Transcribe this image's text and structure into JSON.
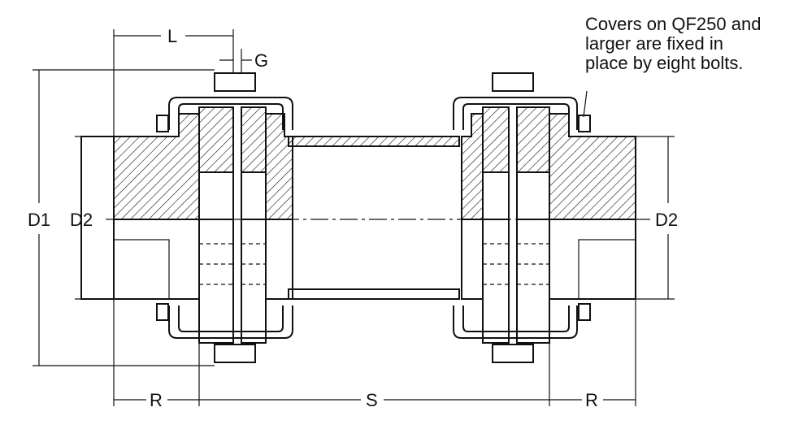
{
  "note": {
    "lines": [
      "Covers on QF250 and",
      "larger are fixed in",
      "place by eight bolts."
    ]
  },
  "labels": {
    "L": "L",
    "G": "G",
    "D1": "D1",
    "D2_left": "D2",
    "D2_right": "D2",
    "R_left": "R",
    "S": "S",
    "R_right": "R"
  }
}
